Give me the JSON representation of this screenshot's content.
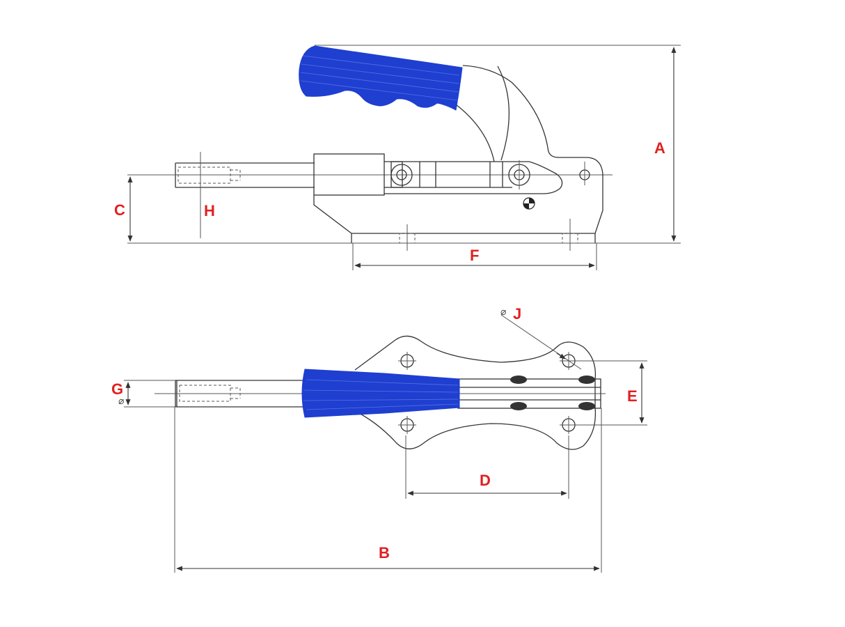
{
  "drawing": {
    "accent_color": "#e02020",
    "handle_color": "#1f3fd0",
    "line_color": "#333333",
    "diameter_symbol": "⌀",
    "labels": {
      "A": "A",
      "B": "B",
      "C": "C",
      "D": "D",
      "E": "E",
      "F": "F",
      "G": "G",
      "H": "H",
      "J": "J"
    }
  }
}
